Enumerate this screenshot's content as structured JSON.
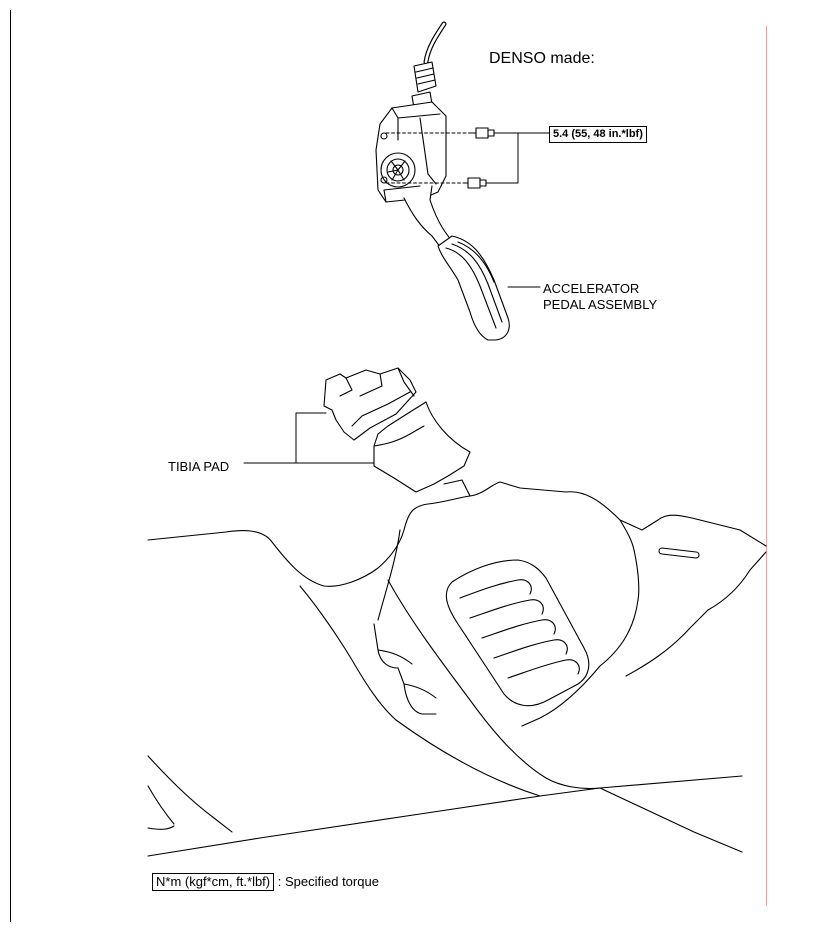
{
  "labels": {
    "manufacturer": "DENSO made:",
    "torque_value": "5.4 (55, 48 in.*lbf)",
    "assembly_line1": "ACCELERATOR",
    "assembly_line2": "PEDAL ASSEMBLY",
    "tibia_pad": "TIBIA PAD"
  },
  "legend": {
    "unit_box": "N*m (kgf*cm, ft.*lbf)",
    "description": ": Specified torque"
  }
}
